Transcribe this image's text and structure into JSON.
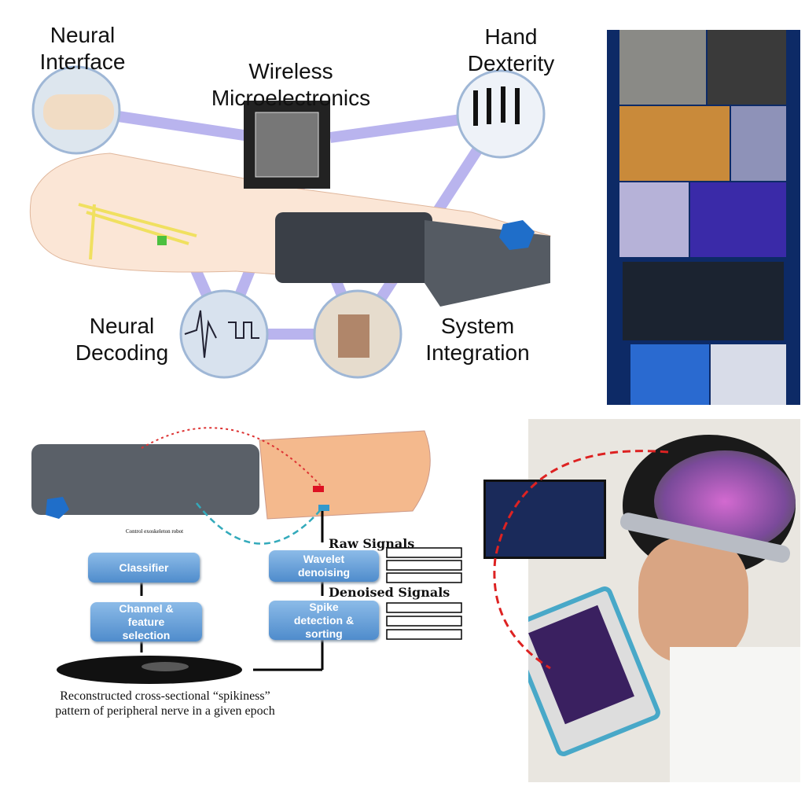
{
  "top_panel": {
    "labels": {
      "neural_interface": "Neural Interface",
      "wireless": "Wireless Microelectronics",
      "hand_dexterity": "Hand Dexterity",
      "neural_decoding": "Neural Decoding",
      "system_integration": "System Integration"
    },
    "line_color": "#b9b4ee"
  },
  "pipeline": {
    "robot_caption": "Control exoskeleton robot",
    "raw_signals": "Raw Signals",
    "denoised_signals": "Denoised Signals",
    "boxes": {
      "wavelet": "Wavelet denoising",
      "spike": "Spike detection & sorting",
      "classifier": "Classifier",
      "channel": "Channel & feature selection"
    },
    "caption": "Reconstructed cross-sectional “spikiness” pattern of peripheral nerve in a given epoch",
    "box_color": "#5b97d3"
  }
}
